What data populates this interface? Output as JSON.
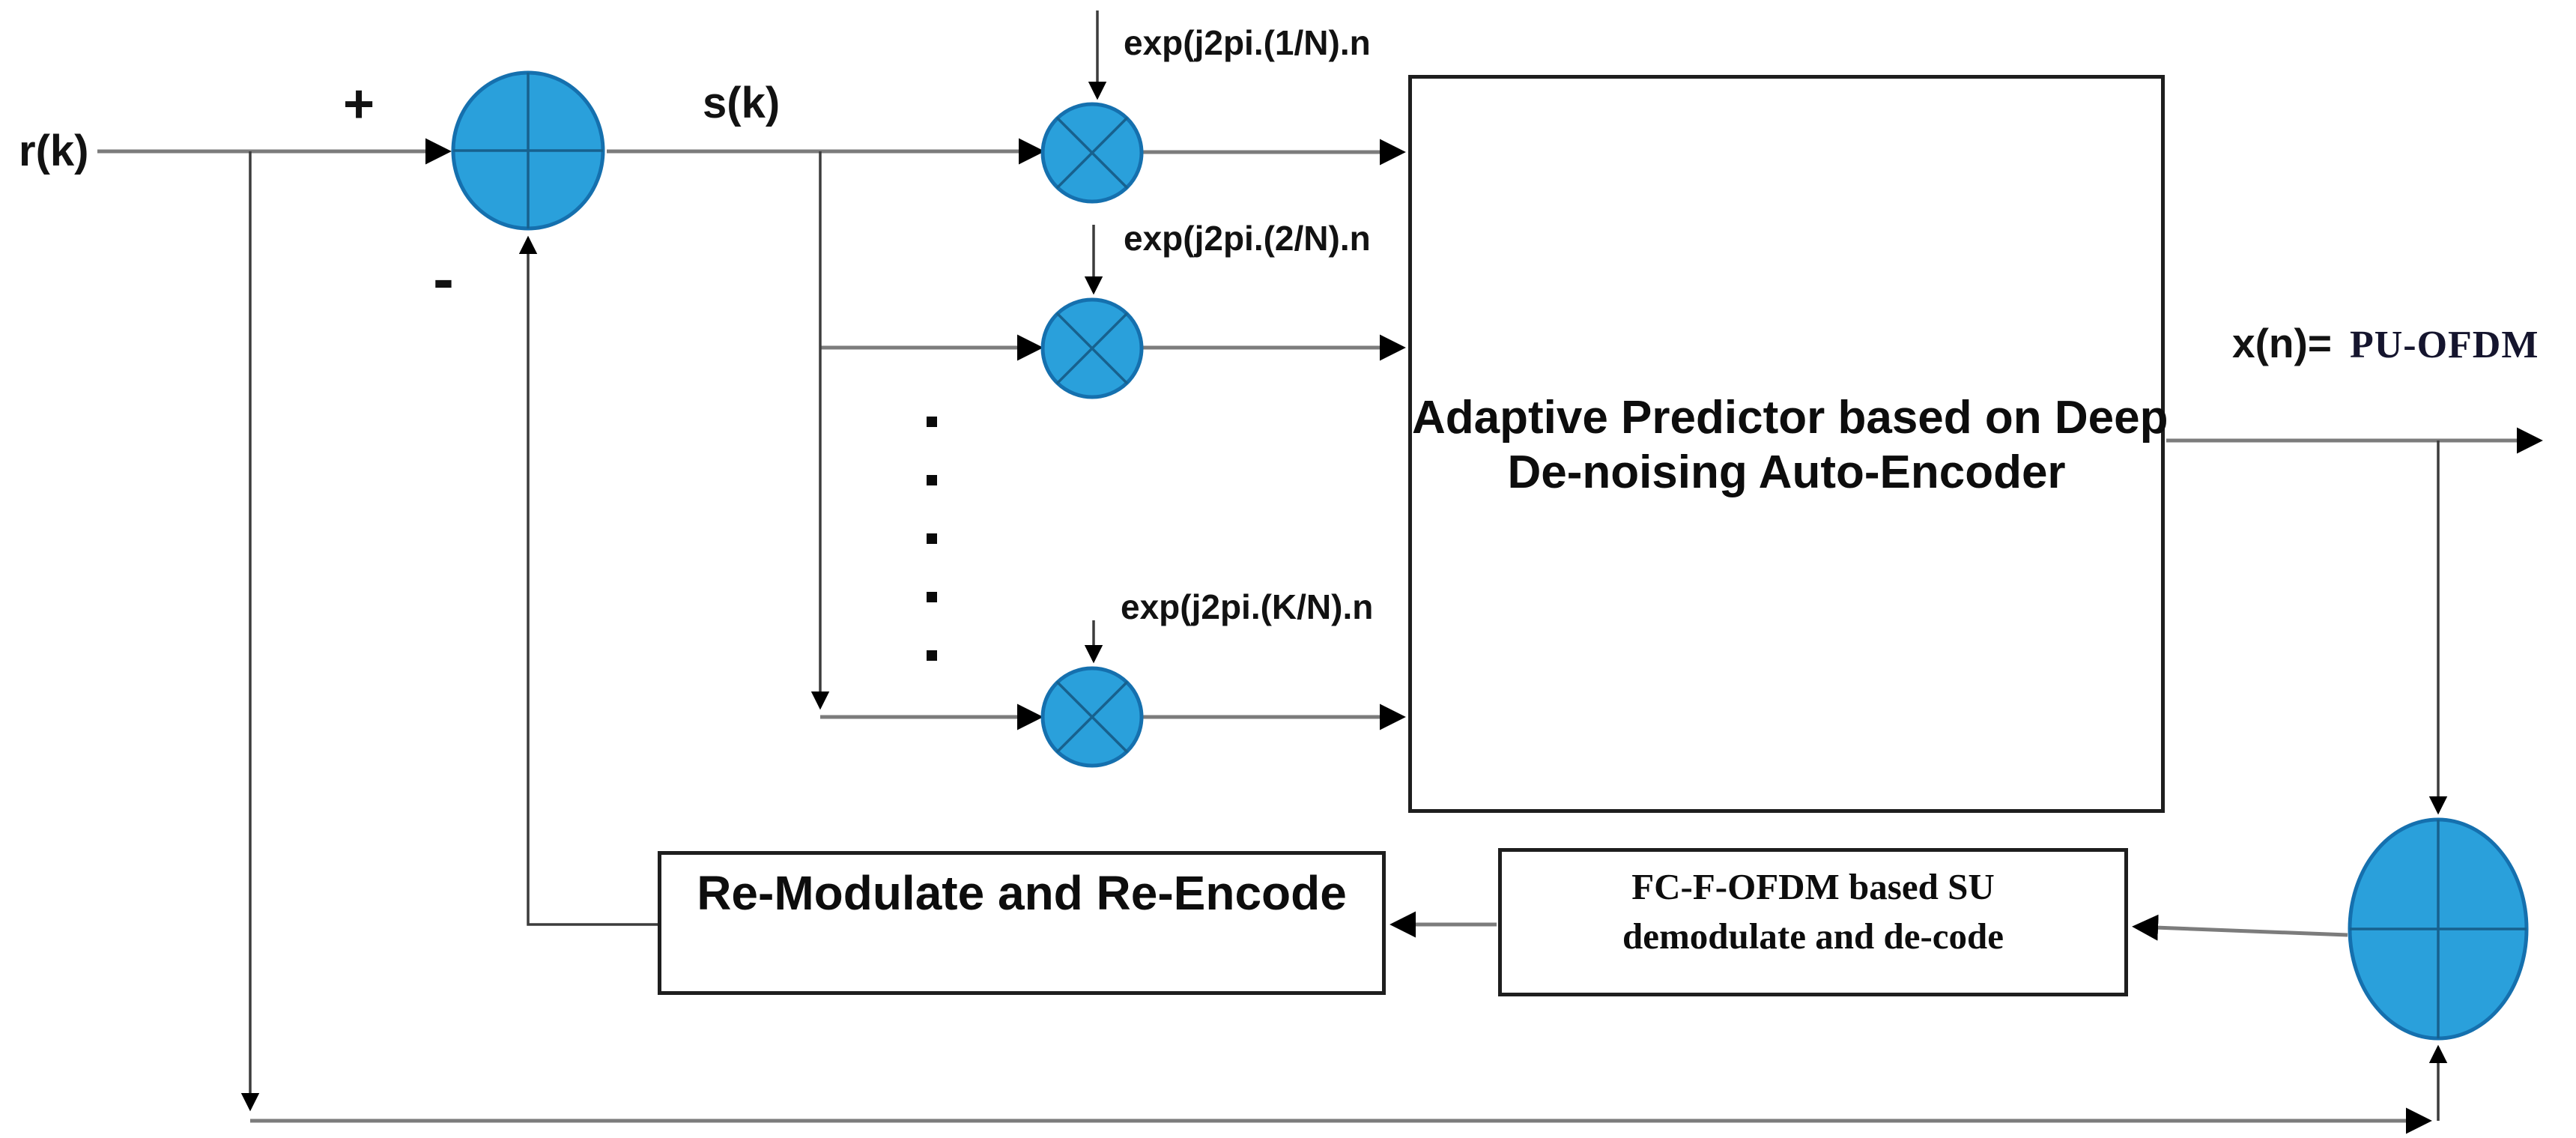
{
  "diagram": {
    "signals": {
      "input": "r(k)",
      "plus": "+",
      "minus": "-",
      "error": "s(k)",
      "exp_1": "exp(j2pi.(1/N).n",
      "exp_2": "exp(j2pi.(2/N).n",
      "exp_k": "exp(j2pi.(K/N).n",
      "output_prefix": "x(n)=",
      "output_name": "PU-OFDM"
    },
    "blocks": {
      "predictor_line1": "Adaptive Predictor based on Deep",
      "predictor_line2": "De-noising Auto-Encoder",
      "demod_line1": "FC-F-OFDM based SU",
      "demod_line2": "demodulate and de-code",
      "remod": "Re-Modulate and Re-Encode"
    },
    "colors": {
      "node_fill": "#2aa0db",
      "node_stroke": "#1570ae",
      "node_crosshair": "#17618e",
      "wire_main": "#7c7c7c",
      "wire_thin": "#3c3c3c",
      "arrowhead": "#000000",
      "box_border": "#1e1e1e"
    }
  }
}
